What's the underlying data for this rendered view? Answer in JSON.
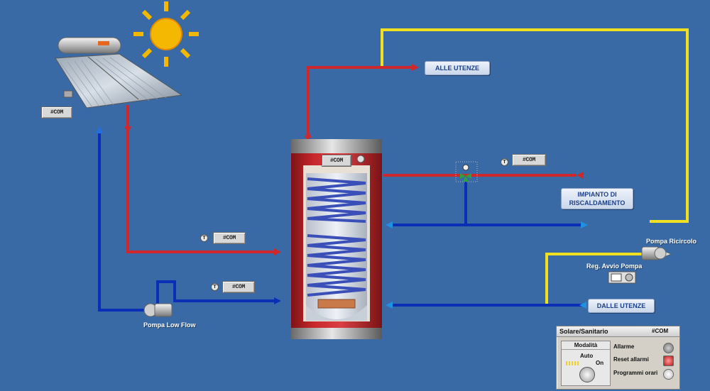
{
  "com_tag": "#COM",
  "labels": {
    "alle_utenze": "ALLE UTENZE",
    "impianto_line1": "IMPIANTO DI",
    "impianto_line2": "RISCALDAMENTO",
    "dalle_utenze": "DALLE UTENZE",
    "pompa_low_flow": "Pompa Low Flow",
    "pompa_ricircolo": "Pompa Ricircolo",
    "reg_avvio_pompa": "Reg. Avvio Pompa",
    "sensor_letter": "T"
  },
  "panel": {
    "title": "Solare/Sanitario",
    "com": "#COM",
    "modalita": "Modalità",
    "mode_value": "Auto",
    "state_value": "On",
    "rows": [
      "Allarme",
      "Reset allarmi",
      "Programmi orari"
    ]
  },
  "colors": {
    "background": "#3a6aa5",
    "hot_pipe": "#d0282a",
    "cold_pipe": "#0a2fb5",
    "recirc_pipe": "#f0e020",
    "tank_red": "#b51f22",
    "sun": "#f5b800"
  }
}
